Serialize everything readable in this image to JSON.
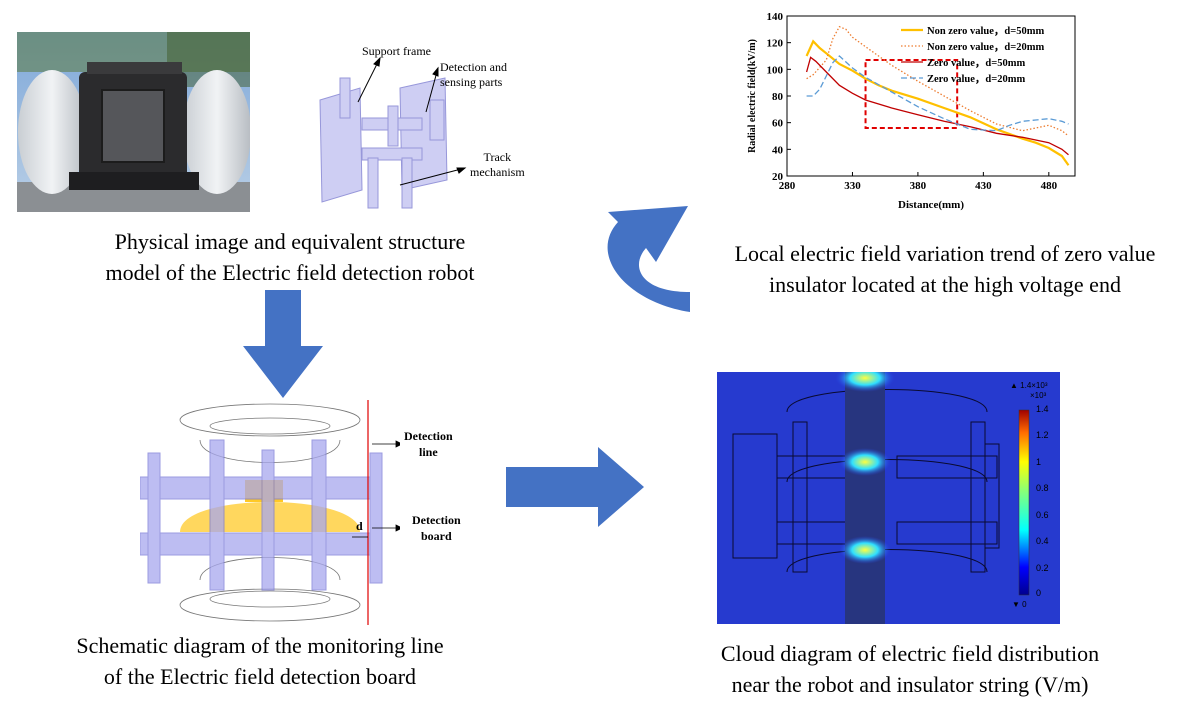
{
  "captions": {
    "physical": [
      "Physical image and equivalent structure",
      "model of the Electric field detection robot"
    ],
    "chart": [
      "Local electric field variation trend of zero value",
      "insulator located at the high voltage end"
    ],
    "schematic": [
      "Schematic diagram of the monitoring line",
      "of the Electric field detection board"
    ],
    "cloud": [
      "Cloud diagram of electric field distribution",
      "near the robot and insulator string (V/m)"
    ]
  },
  "model_labels": {
    "support_frame": "Support frame",
    "detection_parts": [
      "Detection and",
      "sensing parts"
    ],
    "track": [
      "Track",
      "mechanism"
    ]
  },
  "schematic_labels": {
    "detection_line": [
      "Detection",
      "line"
    ],
    "detection_board": [
      "Detection",
      "board"
    ],
    "d": "d"
  },
  "colorbar": {
    "max_label": "▲ 1.4×10³",
    "multiplier": "×10³",
    "ticks": [
      "1.4",
      "1.2",
      "1",
      "0.8",
      "0.6",
      "0.4",
      "0.2",
      "0"
    ],
    "min_label": "▼ 0"
  },
  "colors": {
    "arrow": "#4472c4",
    "yellow": "#ffc000",
    "orange": "#ed7d31",
    "red": "#c00000",
    "blue": "#5b9bd5"
  },
  "chart_data": {
    "type": "line",
    "xlabel": "Distance(mm)",
    "ylabel": "Radial electric field(kV/m)",
    "xlim": [
      280,
      500
    ],
    "ylim": [
      20,
      140
    ],
    "xticks": [
      280,
      330,
      380,
      430,
      480
    ],
    "yticks": [
      20,
      40,
      60,
      80,
      100,
      120,
      140
    ],
    "legend_position": "top-right",
    "highlight_box": {
      "x": [
        340,
        410
      ],
      "y": [
        56,
        107
      ]
    },
    "series": [
      {
        "name": "Non zero value，d=50mm",
        "color": "#ffc000",
        "dash": "solid",
        "x": [
          295,
          300,
          305,
          310,
          320,
          330,
          340,
          350,
          360,
          380,
          400,
          420,
          440,
          460,
          470,
          480,
          490,
          495
        ],
        "y": [
          110,
          121,
          116,
          112,
          104,
          99,
          93,
          88,
          84,
          78,
          71,
          64,
          55,
          48,
          45,
          41,
          35,
          28
        ]
      },
      {
        "name": "Non zero value，d=20mm",
        "color": "#ed7d31",
        "dash": "dotted",
        "x": [
          295,
          300,
          310,
          315,
          320,
          325,
          330,
          340,
          350,
          360,
          380,
          400,
          420,
          440,
          460,
          480,
          490,
          495
        ],
        "y": [
          93,
          96,
          107,
          123,
          132,
          130,
          124,
          117,
          110,
          103,
          91,
          80,
          69,
          59,
          54,
          58,
          54,
          50
        ]
      },
      {
        "name": "Zero value，d=50mm",
        "color": "#c00000",
        "dash": "solid",
        "x": [
          295,
          298,
          302,
          310,
          320,
          330,
          340,
          360,
          380,
          400,
          420,
          440,
          460,
          480,
          490,
          495
        ],
        "y": [
          98,
          109,
          106,
          98,
          88,
          82,
          77,
          71,
          66,
          61,
          57,
          52,
          49,
          45,
          40,
          36
        ]
      },
      {
        "name": "Zero value，d=20mm",
        "color": "#5b9bd5",
        "dash": "dashed",
        "x": [
          295,
          300,
          305,
          310,
          315,
          320,
          330,
          340,
          360,
          380,
          400,
          420,
          440,
          450,
          460,
          470,
          480,
          490,
          495
        ],
        "y": [
          80,
          80,
          85,
          95,
          105,
          110,
          101,
          94,
          83,
          72,
          63,
          55,
          54,
          58,
          61,
          62,
          63,
          61,
          59
        ]
      }
    ]
  }
}
